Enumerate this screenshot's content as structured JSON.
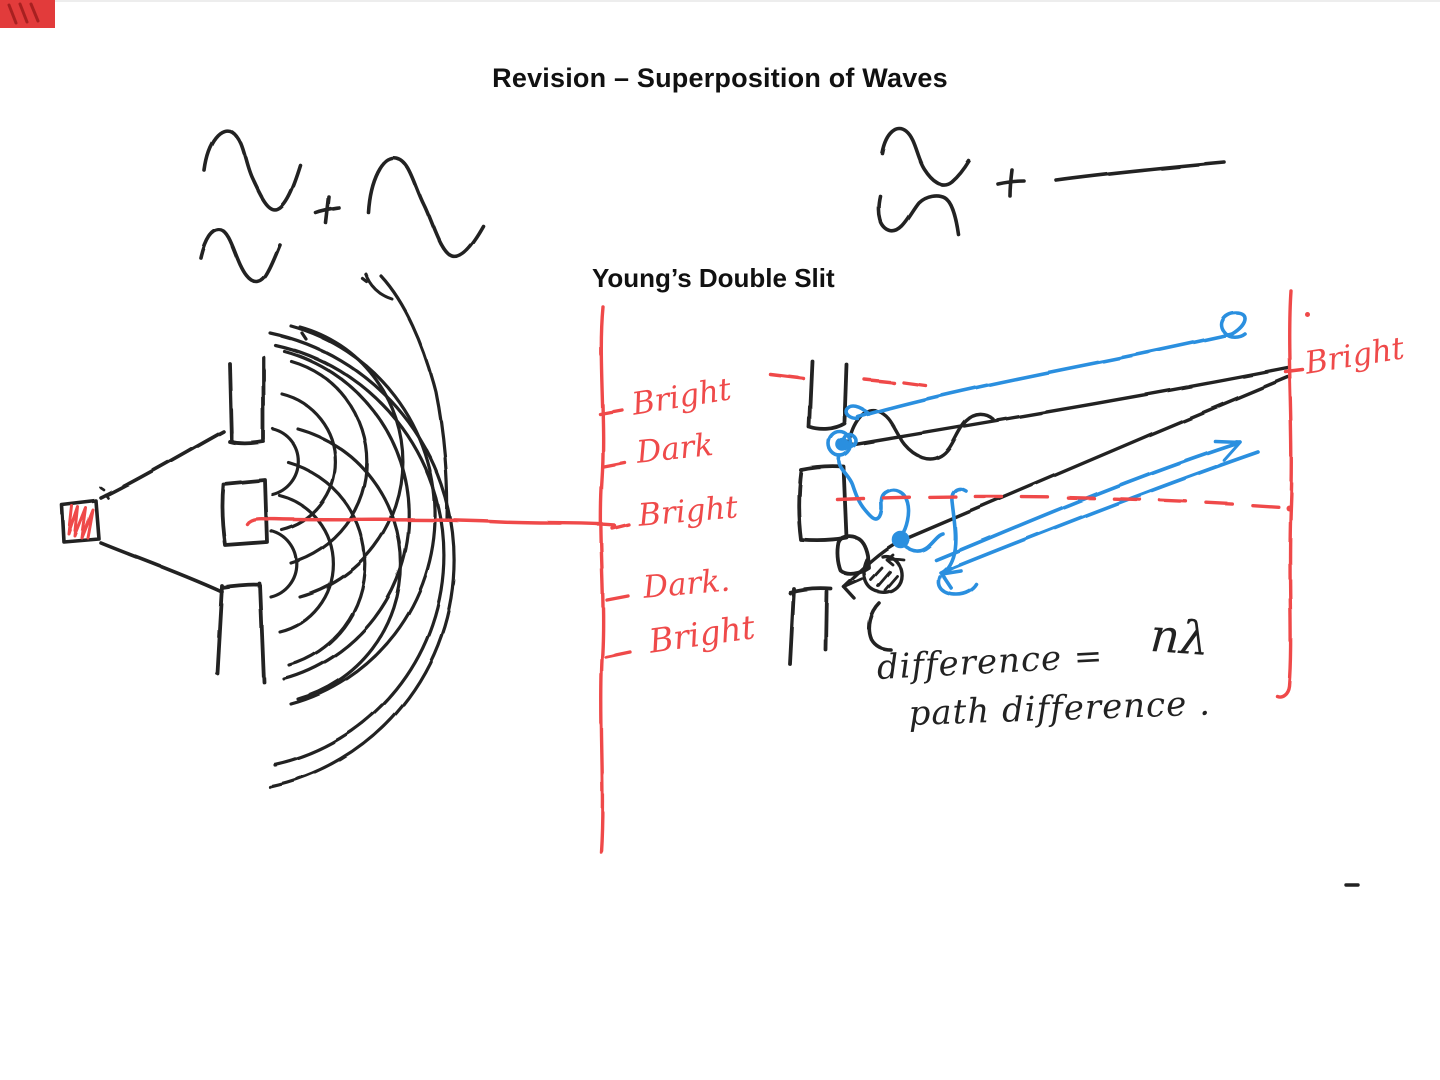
{
  "window": {
    "background": "#ffffff",
    "top_edge_color": "#ededed"
  },
  "corner_marker": {
    "color": "#e23b3b",
    "detail_color": "#a82020"
  },
  "title": "Revision – Superposition of Waves",
  "section_heading": "Young’s Double Slit",
  "ink_colors": {
    "black": "#222222",
    "red": "#ef4a4a",
    "blue": "#2b8fdf"
  },
  "left_screen": {
    "labels": [
      "Bright",
      "Dark",
      "Bright",
      "Dark.",
      "Bright"
    ]
  },
  "right_screen": {
    "label": "Bright"
  },
  "annotation": {
    "line1": "difference =",
    "line2": "path difference .",
    "formula": "nλ"
  }
}
